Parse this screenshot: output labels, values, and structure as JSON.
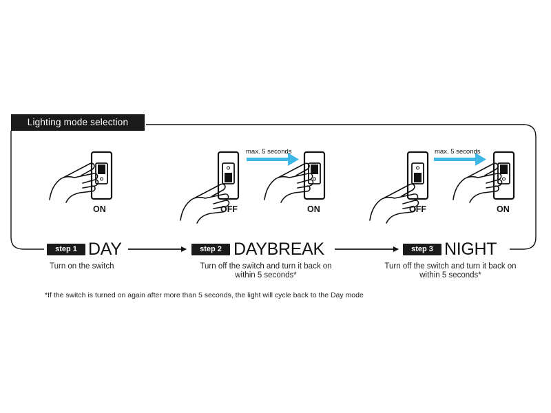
{
  "section_title": "Lighting mode selection",
  "steps": [
    {
      "badge": "step 1",
      "mode": "DAY",
      "description_lines": [
        "Turn on the switch"
      ]
    },
    {
      "badge": "step 2",
      "mode": "DAYBREAK",
      "description_lines": [
        "Turn off the switch and turn it back on",
        "within 5 seconds*"
      ]
    },
    {
      "badge": "step 3",
      "mode": "NIGHT",
      "description_lines": [
        "Turn off the switch and turn it back on",
        "within 5 seconds*"
      ]
    }
  ],
  "switch_states": {
    "on": "ON",
    "off": "OFF"
  },
  "timing_label": "max. 5 seconds",
  "footnote": "*If the switch is turned on again after more than 5 seconds, the light will cycle back to the Day mode",
  "colors": {
    "dark": "#1a1a1a",
    "accent_arrow": "#3fb8e6",
    "background": "#ffffff"
  }
}
